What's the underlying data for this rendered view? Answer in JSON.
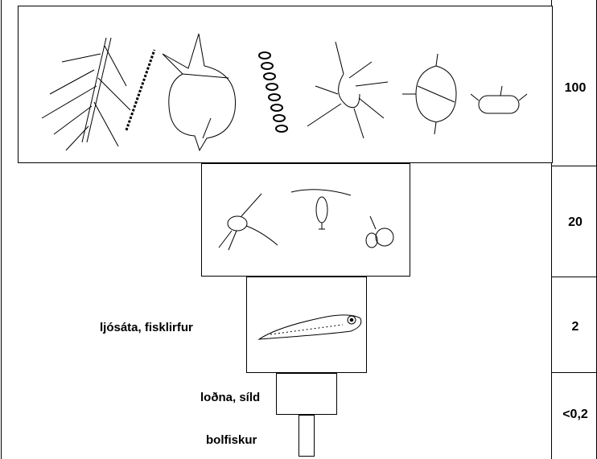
{
  "levels": [
    {
      "id": "phytoplankton",
      "value": "100"
    },
    {
      "id": "zooplankton",
      "value": "20"
    },
    {
      "id": "small-fish",
      "label": "ljósáta, fisklirfur",
      "value": "2"
    },
    {
      "id": "pelagic-fish",
      "label": "loðna, síld",
      "value": "<0,2"
    },
    {
      "id": "demersal-fish",
      "label": "bolfiskur"
    }
  ],
  "colors": {
    "line": "#000000",
    "background": "#ffffff"
  }
}
